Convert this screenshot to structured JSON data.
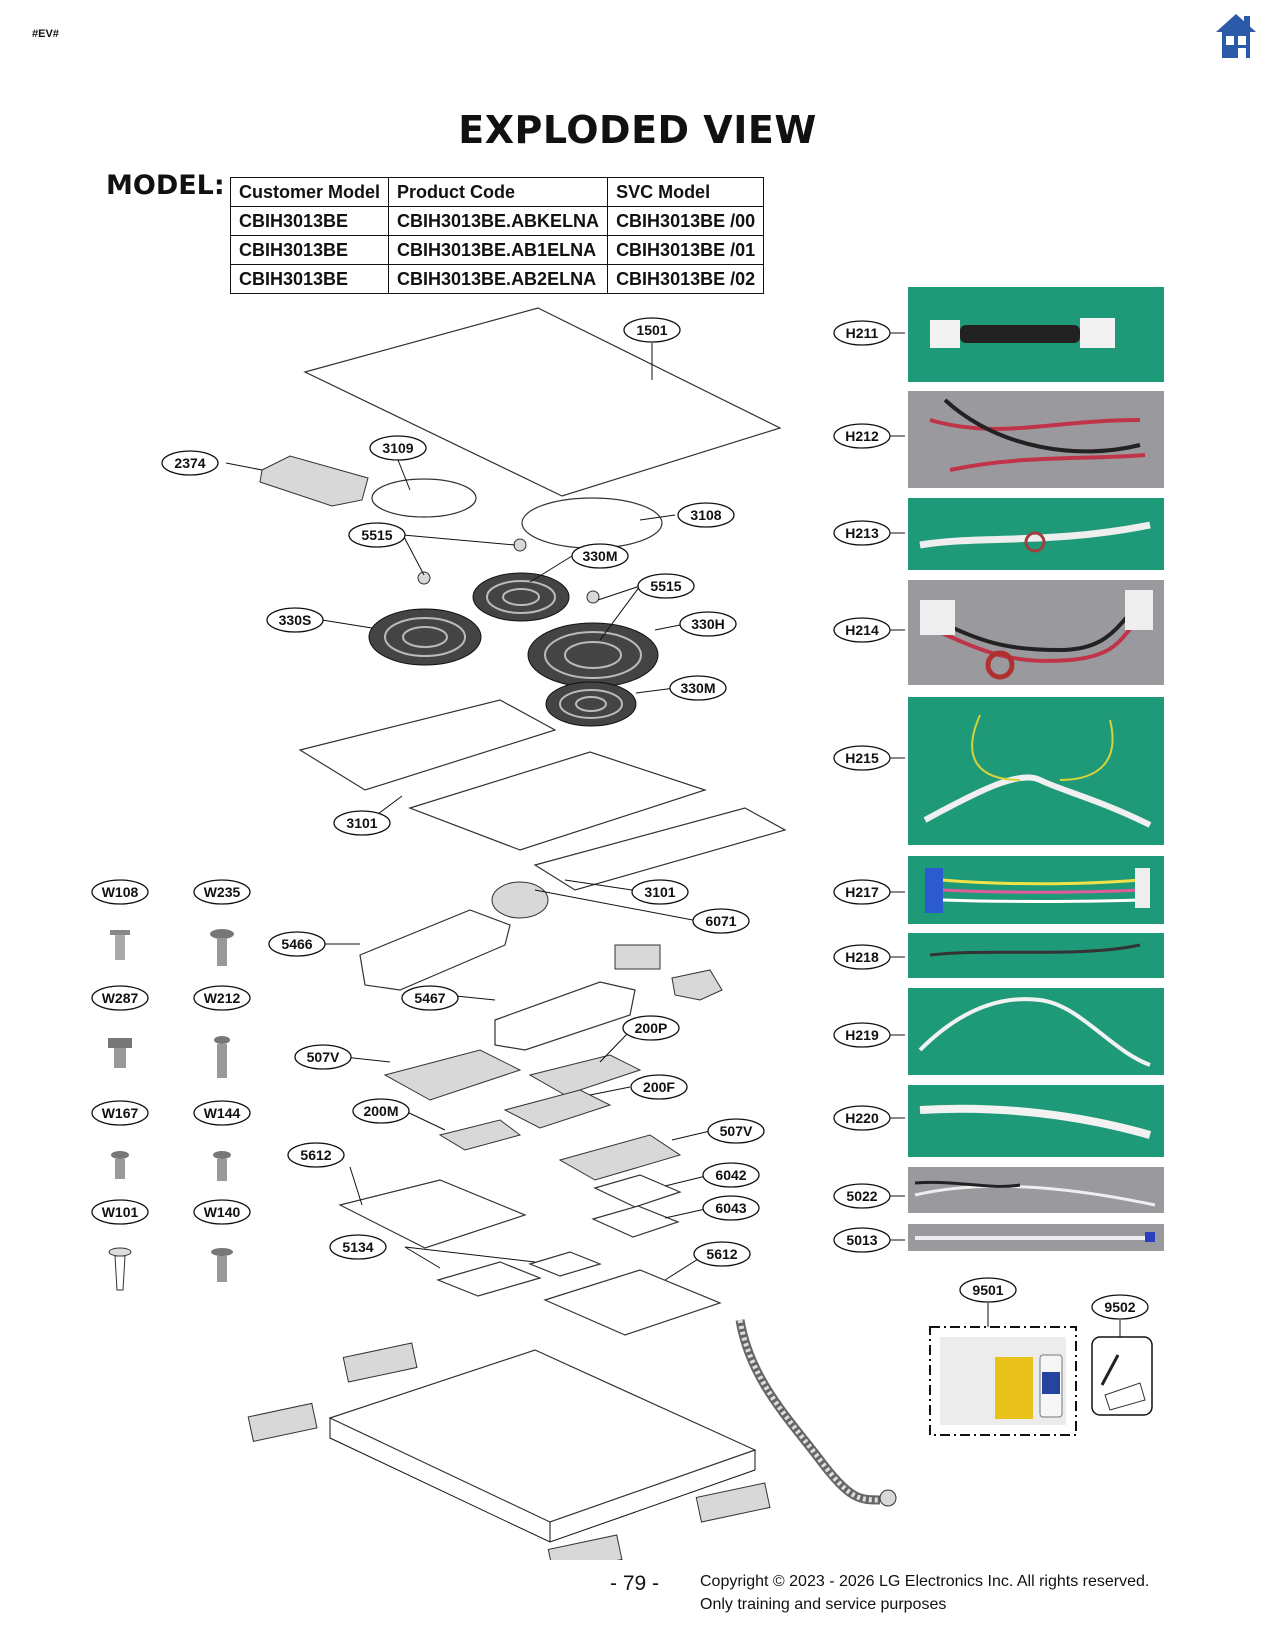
{
  "header": {
    "tag": "#EV#",
    "home_icon": "home-icon"
  },
  "title": "EXPLODED VIEW",
  "model": {
    "label": "MODEL:",
    "columns": [
      "Customer Model",
      "Product Code",
      "SVC Model"
    ],
    "rows": [
      [
        "CBIH3013BE",
        "CBIH3013BE.ABKELNA",
        "CBIH3013BE  /00"
      ],
      [
        "CBIH3013BE",
        "CBIH3013BE.AB1ELNA",
        "CBIH3013BE  /01"
      ],
      [
        "CBIH3013BE",
        "CBIH3013BE.AB2ELNA",
        "CBIH3013BE  /02"
      ]
    ]
  },
  "callouts": {
    "c1501": "1501",
    "c3109": "3109",
    "c2374": "2374",
    "c3108": "3108",
    "c5515a": "5515",
    "c330Ma": "330M",
    "c5515b": "5515",
    "c330S": "330S",
    "c330H": "330H",
    "c330Mb": "330M",
    "c3101a": "3101",
    "c3101b": "3101",
    "c6071": "6071",
    "c5466": "5466",
    "c5467": "5467",
    "c200P": "200P",
    "c507Va": "507V",
    "c200F": "200F",
    "c200M": "200M",
    "c507Vb": "507V",
    "c5612a": "5612",
    "c6042": "6042",
    "c6043": "6043",
    "c5134": "5134",
    "c5612b": "5612",
    "W108": "W108",
    "W235": "W235",
    "W287": "W287",
    "W212": "W212",
    "W167": "W167",
    "W144": "W144",
    "W101": "W101",
    "W140": "W140",
    "H211": "H211",
    "H212": "H212",
    "H213": "H213",
    "H214": "H214",
    "H215": "H215",
    "H217": "H217",
    "H218": "H218",
    "H219": "H219",
    "H220": "H220",
    "c5022": "5022",
    "c5013": "5013",
    "c9501": "9501",
    "c9502": "9502"
  },
  "footer": {
    "page": "- 79 -",
    "copyright": "Copyright © 2023 - 2026 LG Electronics Inc. All rights reserved.",
    "purpose": "Only training and service purposes"
  },
  "colors": {
    "photo_green": "#1f9a78",
    "photo_gray": "#9a9a9e",
    "home_blue": "#2b5aa8"
  }
}
